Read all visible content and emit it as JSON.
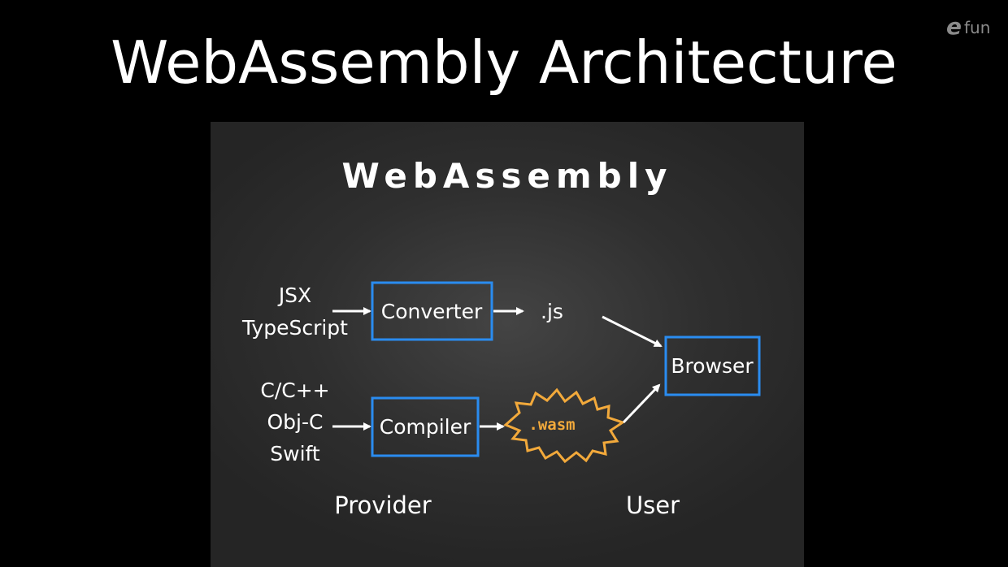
{
  "header": {
    "title": "WebAssembly Architecture",
    "logo_text": "efun"
  },
  "slide": {
    "title": "WebAssembly",
    "inputs_top": [
      "JSX",
      "TypeScript"
    ],
    "converter_label": "Converter",
    "js_output": ".js",
    "inputs_bottom": [
      "C/C++",
      "Obj-C",
      "Swift"
    ],
    "compiler_label": "Compiler",
    "wasm_output": ".wasm",
    "browser_label": "Browser",
    "provider_label": "Provider",
    "user_label": "User"
  },
  "colors": {
    "box_stroke": "#2a8cf0",
    "wasm_badge": "#f2a93b",
    "background": "#000000",
    "slide_background": "#2f2f2f"
  }
}
